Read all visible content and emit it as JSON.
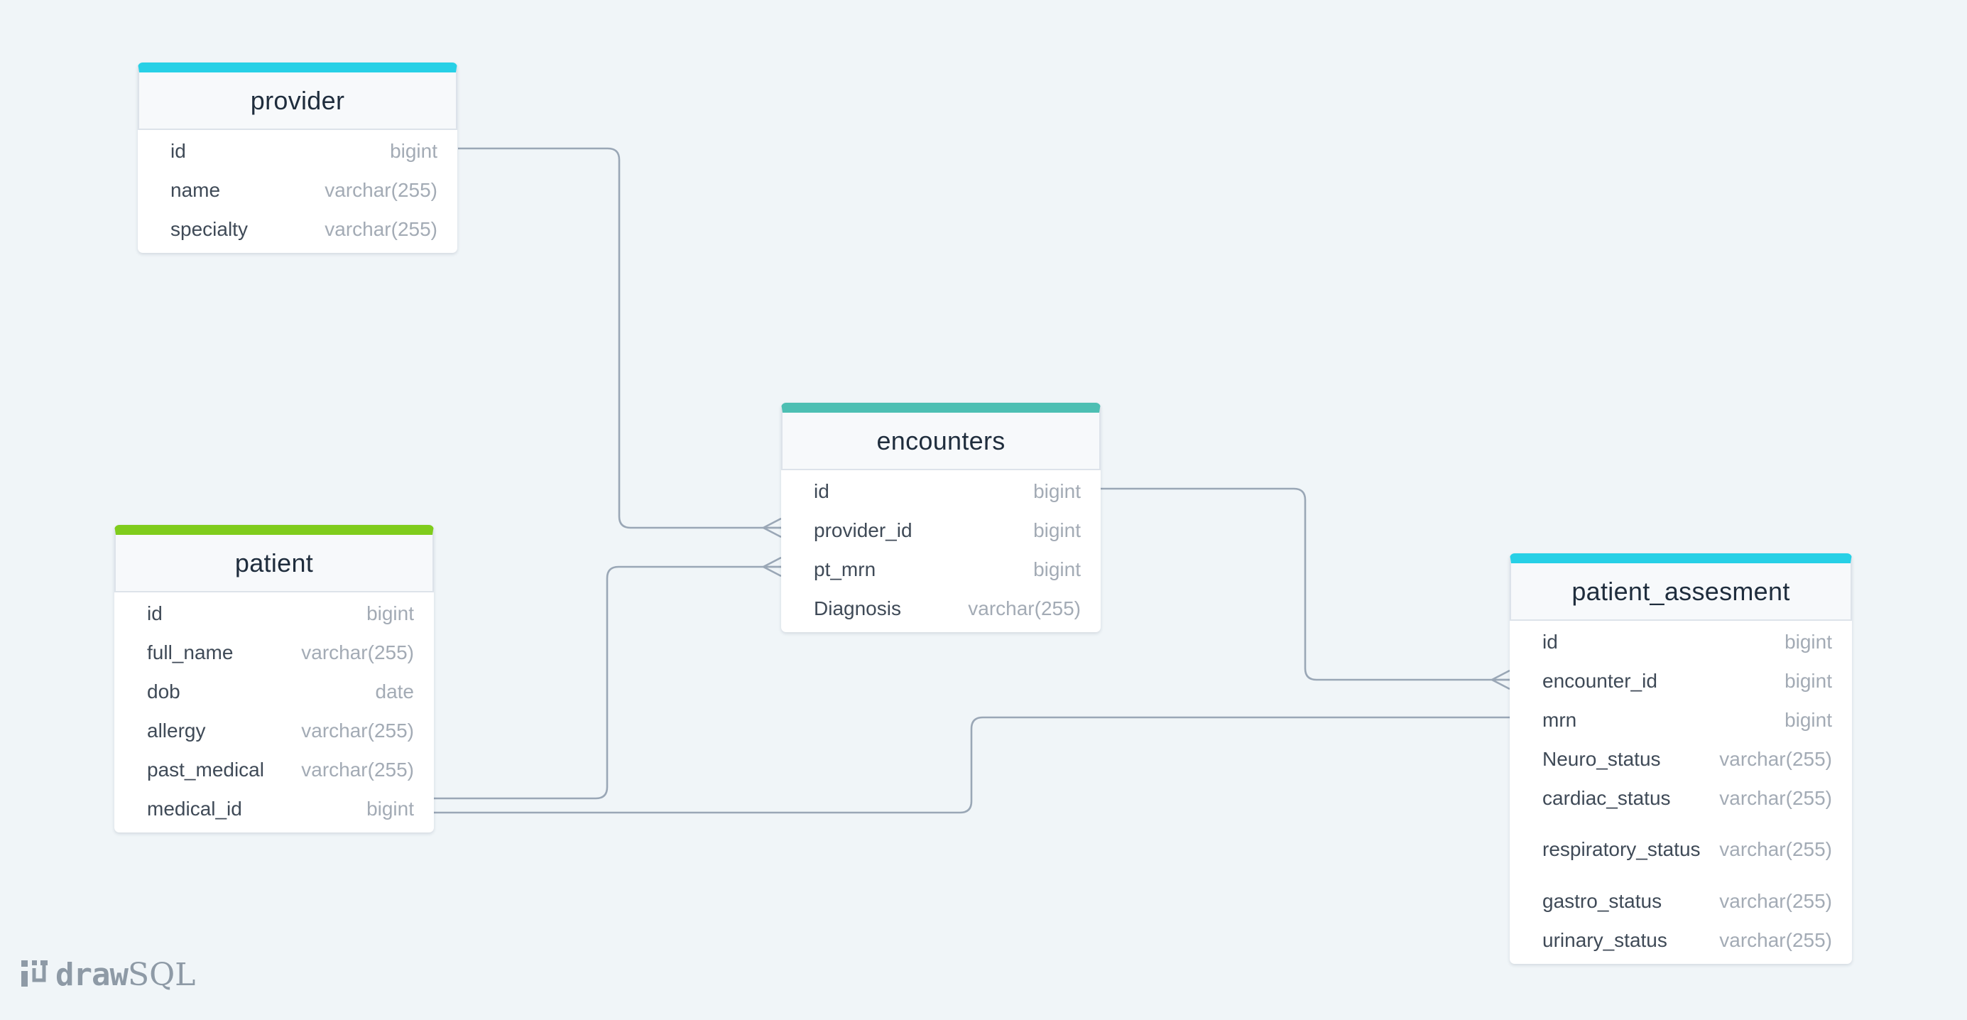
{
  "colors": {
    "background": "#f0f5f8",
    "connector": "#9aa7b6",
    "provider_accent": "#27d0e6",
    "encounters_accent": "#4dbfb3",
    "patient_accent": "#7fcc1c",
    "patient_assesment_accent": "#27d0e6"
  },
  "tables": {
    "provider": {
      "title": "provider",
      "columns": [
        {
          "name": "id",
          "type": "bigint"
        },
        {
          "name": "name",
          "type": "varchar(255)"
        },
        {
          "name": "specialty",
          "type": "varchar(255)"
        }
      ]
    },
    "encounters": {
      "title": "encounters",
      "columns": [
        {
          "name": "id",
          "type": "bigint"
        },
        {
          "name": "provider_id",
          "type": "bigint"
        },
        {
          "name": "pt_mrn",
          "type": "bigint"
        },
        {
          "name": "Diagnosis",
          "type": "varchar(255)"
        }
      ]
    },
    "patient": {
      "title": "patient",
      "columns": [
        {
          "name": "id",
          "type": "bigint"
        },
        {
          "name": "full_name",
          "type": "varchar(255)"
        },
        {
          "name": "dob",
          "type": "date"
        },
        {
          "name": "allergy",
          "type": "varchar(255)"
        },
        {
          "name": "past_medical",
          "type": "varchar(255)"
        },
        {
          "name": "medical_id",
          "type": "bigint"
        }
      ]
    },
    "patient_assesment": {
      "title": "patient_assesment",
      "columns": [
        {
          "name": "id",
          "type": "bigint"
        },
        {
          "name": "encounter_id",
          "type": "bigint"
        },
        {
          "name": "mrn",
          "type": "bigint"
        },
        {
          "name": "Neuro_status",
          "type": "varchar(255)"
        },
        {
          "name": "cardiac_status",
          "type": "varchar(255)"
        },
        {
          "name": "respiratory_status",
          "type": "varchar(255)"
        },
        {
          "name": "gastro_status",
          "type": "varchar(255)"
        },
        {
          "name": "urinary_status",
          "type": "varchar(255)"
        }
      ]
    }
  },
  "relationships": [
    {
      "from": "provider.id",
      "to": "encounters.provider_id",
      "cardinality": "one-to-many"
    },
    {
      "from": "patient.medical_id",
      "to": "encounters.pt_mrn",
      "cardinality": "one-to-many"
    },
    {
      "from": "encounters.id",
      "to": "patient_assesment.encounter_id",
      "cardinality": "one-to-many"
    },
    {
      "from": "patient.medical_id",
      "to": "patient_assesment.mrn",
      "cardinality": "one-to-one"
    }
  ],
  "logo": {
    "draw": "draw",
    "sql": "SQL"
  }
}
